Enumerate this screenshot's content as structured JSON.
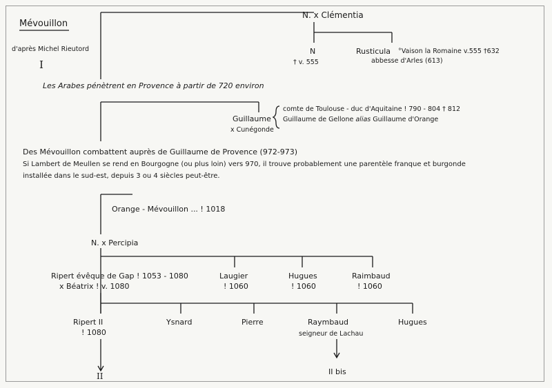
{
  "title": "Mévouillon",
  "source": "d'après Michel Rieutord",
  "section_numeral": "I",
  "gen0": {
    "couple": "N. x Clémentia",
    "child1_name": "N",
    "child1_dates": "† v. 555",
    "child2_name": "Rusticula",
    "child2_info1": "°Vaison la Romaine v.555  †632",
    "child2_info2": "abbesse d'Arles (613)"
  },
  "note_arabs": "Les Arabes pénètrent en Provence à partir de 720 environ",
  "gen1": {
    "name": "Guillaume",
    "spouse": "x Cunégonde",
    "line1": "comte de Toulouse - duc d'Aquitaine ! 790 - 804   † 812",
    "line2_a": "Guillaume de Gellone",
    "line2_b": "alias",
    "line2_c": "Guillaume d'Orange"
  },
  "paragraph": {
    "line1": "Des Mévouillon combattent auprès de Guillaume de Provence (972-973)",
    "line2": "Si Lambert de Meullen se rend en Bourgogne (ou plus loin) vers 970, il trouve probablement une parentèle franque et burgonde",
    "line3": "installée dans le sud-est, depuis 3 ou 4 siècles peut-être."
  },
  "orange_note": "Orange - Mévouillon ... ! 1018",
  "gen2_couple": "N. x Percipia",
  "gen3": {
    "ripert_line1": "Ripert évêque de Gap  ! 1053 - 1080",
    "ripert_line2": "x Béatrix  ! v. 1080",
    "laugier": "Laugier",
    "laugier_date": "! 1060",
    "hugues": "Hugues",
    "hugues_date": "! 1060",
    "raimbaud": "Raimbaud",
    "raimbaud_date": "! 1060"
  },
  "gen4": {
    "ripert2": "Ripert II",
    "ripert2_date": "! 1080",
    "ysnard": "Ysnard",
    "pierre": "Pierre",
    "raymbaud": "Raymbaud",
    "raymbaud_title": "seigneur de Lachau",
    "hugues": "Hugues"
  },
  "continuation_left": "II",
  "continuation_right": "II  bis",
  "ink_color": "#1a1a1a",
  "paper_color": "#f7f7f4"
}
